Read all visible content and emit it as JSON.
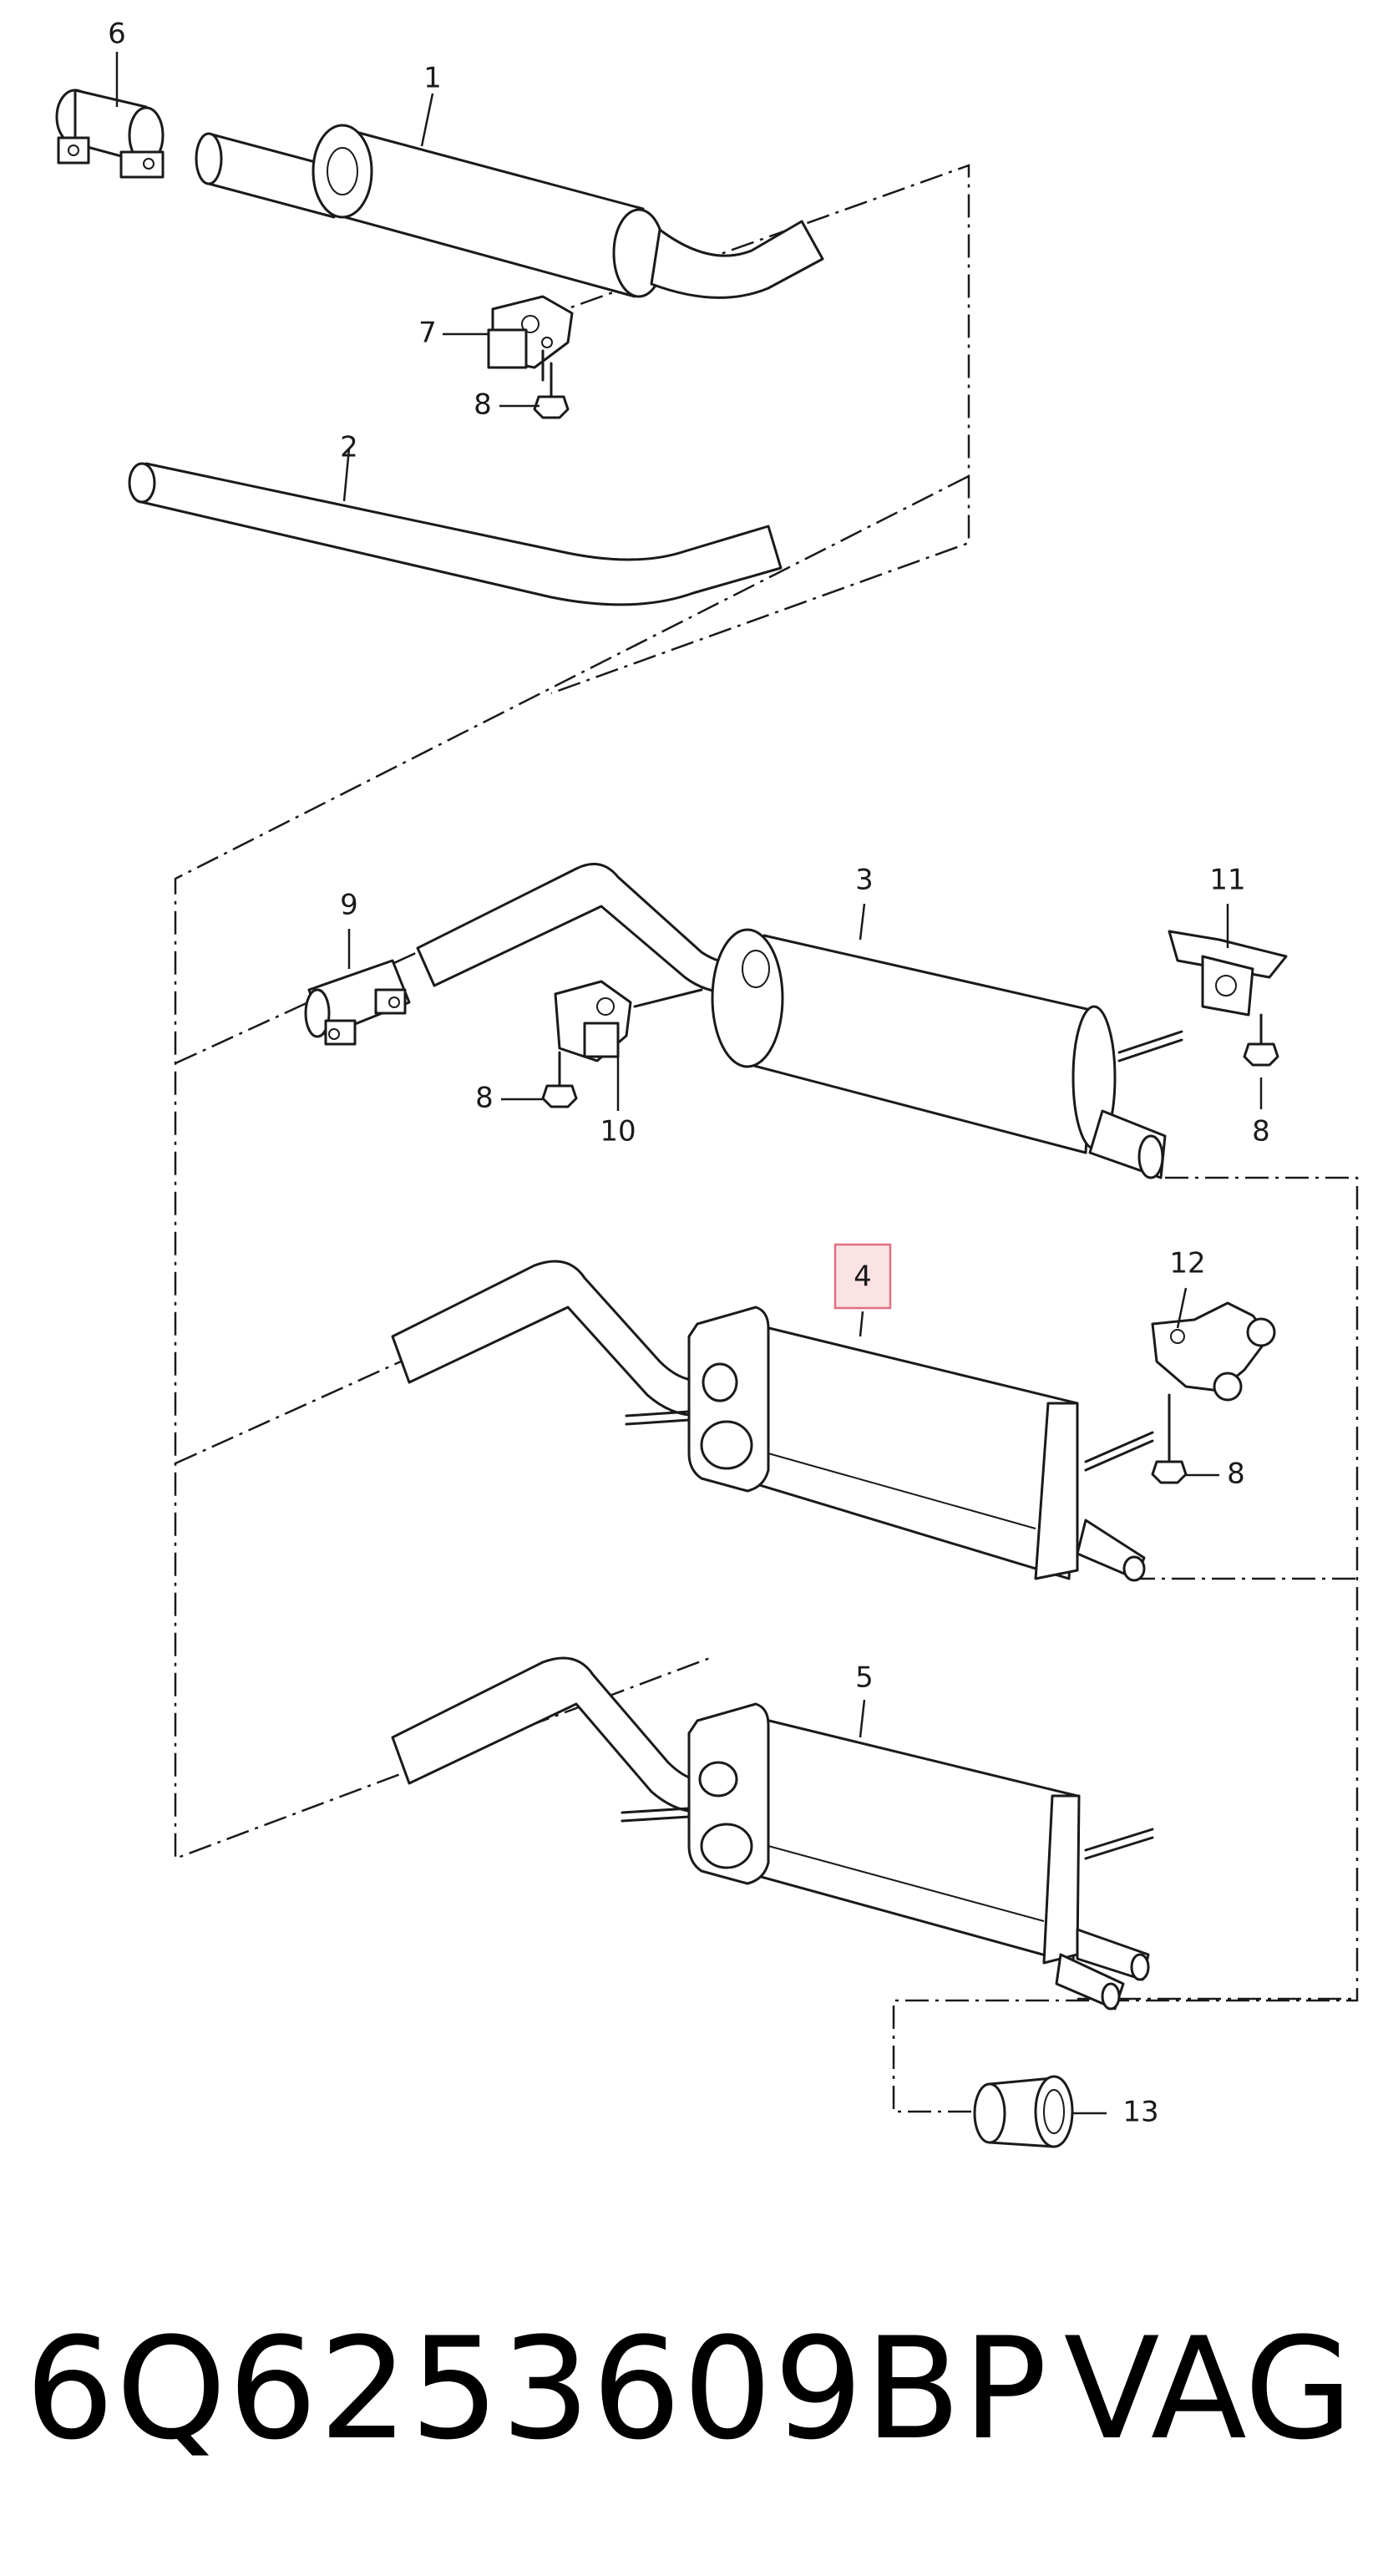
{
  "diagram": {
    "callouts": {
      "c1": "1",
      "c2": "2",
      "c3": "3",
      "c4": "4",
      "c5": "5",
      "c6": "6",
      "c7": "7",
      "c8a": "8",
      "c8b": "8",
      "c8c": "8",
      "c8d": "8",
      "c9": "9",
      "c10": "10",
      "c11": "11",
      "c12": "12",
      "c13": "13"
    },
    "highlighted_callout": "4",
    "highlight_color": "#e07080"
  },
  "caption": {
    "part_number": "6Q6253609BP",
    "brand": "VAG"
  }
}
